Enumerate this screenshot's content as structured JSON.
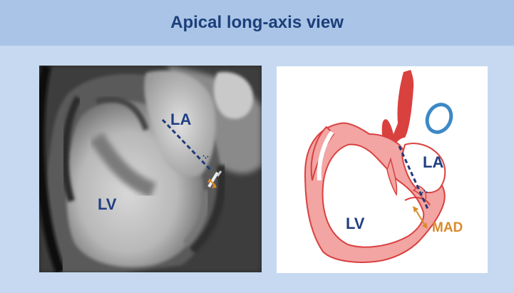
{
  "header": {
    "title": "Apical long-axis view"
  },
  "mri_panel": {
    "label_la": "LA",
    "label_lv": "LV"
  },
  "schematic_panel": {
    "label_la": "LA",
    "label_lv": "LV",
    "label_mad": "MAD"
  },
  "colors": {
    "header_bg": "#a9c4e6",
    "body_bg": "#c6d9f0",
    "title_text": "#1d3f7a",
    "label_text": "#1f3e82",
    "dashed_line": "#1f3a78",
    "arrow_orange": "#d98a2b",
    "heart_fill": "#f2a5a3",
    "heart_stroke": "#d9413f",
    "vessel_blue": "#3c89c6"
  }
}
